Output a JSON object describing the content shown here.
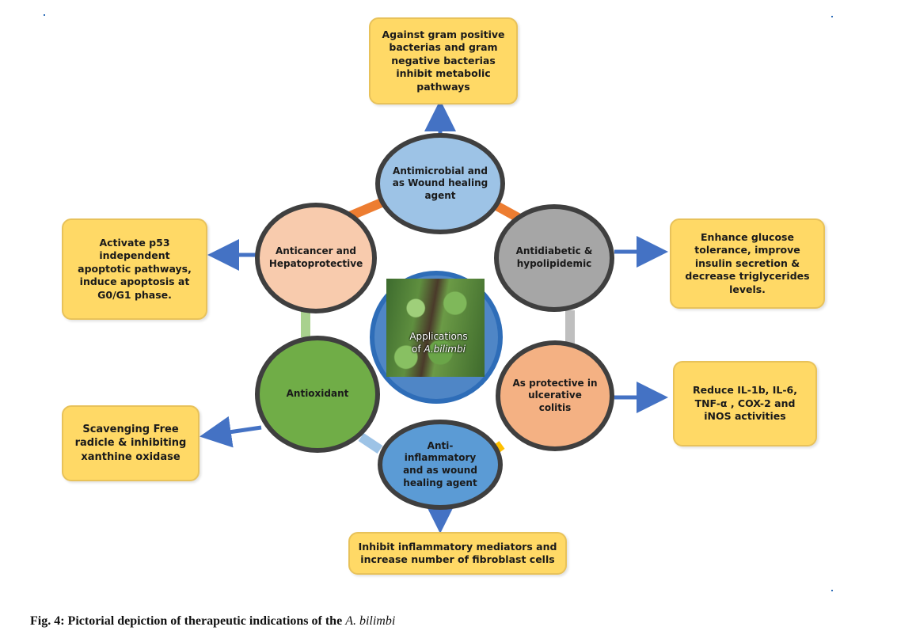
{
  "caption": {
    "prefix": "Fig. 4: Pictorial depiction of therapeutic indications of the",
    "species": "A. bilimbi"
  },
  "center": {
    "line1": "Applications",
    "line2_prefix": "of",
    "species": "A.bilimbi"
  },
  "nodes": {
    "antimicrobial": "Antimicrobial and as Wound healing agent",
    "antidiabetic": "Antidiabetic & hypolipidemic",
    "colitis": "As protective in ulcerative colitis",
    "antiinflammatory": "Anti-inflammatory and as wound healing agent",
    "antioxidant": "Antioxidant",
    "anticancer": "Anticancer and Hepatoprotective"
  },
  "boxes": {
    "top": "Against gram positive bacterias and gram negative bacterias inhibit metabolic pathways",
    "right_upper": "Enhance glucose tolerance, improve insulin secretion & decrease triglycerides levels.",
    "right_lower": "Reduce IL-1b, IL-6, TNF-α , COX-2 and iNOS activities",
    "bottom": "Inhibit inflammatory mediators and increase number of fibroblast cells",
    "left_lower": "Scavenging Free radicle  & inhibiting xanthine oxidase",
    "left_upper": "Activate p53 independent apoptotic pathways, induce apoptosis at G0/G1 phase."
  },
  "colors": {
    "box_fill": "#FFD966",
    "arrow": "#4472C4",
    "antimicrobial": "#9DC3E6",
    "antidiabetic": "#A6A6A6",
    "colitis": "#F4B183",
    "antiinflammatory": "#5B9BD5",
    "antioxidant": "#70AD47",
    "anticancer": "#F8CBAD",
    "connector_orange": "#ED7D31",
    "connector_gray": "#BFBFBF",
    "connector_gold": "#FFC000",
    "connector_blue": "#9DC3E6",
    "connector_green": "#A9D18E"
  }
}
